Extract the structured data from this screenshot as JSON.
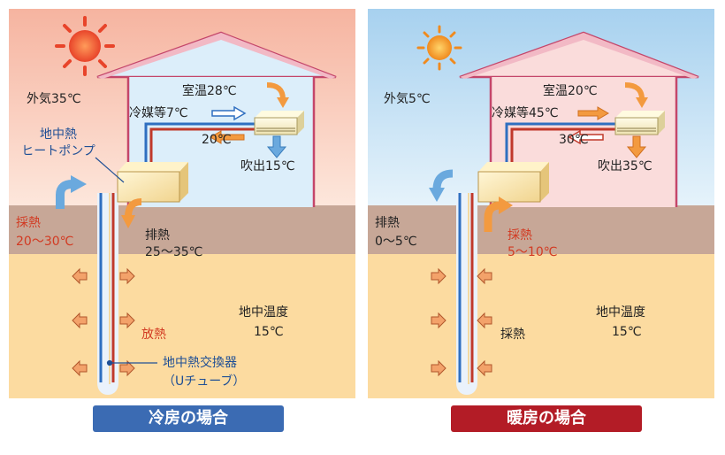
{
  "cooling": {
    "outside_air": "外気35℃",
    "room_temp": "室温28℃",
    "refrigerant": "冷媒等7℃",
    "return_temp": "20℃",
    "outlet": "吹出15℃",
    "heat_pump": "地中熱\nヒートポンプ",
    "collect_label": "採熱",
    "collect_temp": "20〜30℃",
    "exhaust_label": "排熱",
    "exhaust_temp": "25〜35℃",
    "ground_temp_label": "地中温度",
    "ground_temp": "15℃",
    "release_label": "放熱",
    "exchanger_label": "地中熱交換器",
    "exchanger_sub": "（Uチューブ）",
    "banner": "冷房の場合"
  },
  "heating": {
    "outside_air": "外気5℃",
    "room_temp": "室温20℃",
    "refrigerant": "冷媒等45℃",
    "return_temp": "30℃",
    "outlet": "吹出35℃",
    "exhaust_label": "排熱",
    "exhaust_temp": "0〜5℃",
    "collect_label": "採熱",
    "collect_temp": "5〜10℃",
    "ground_temp_label": "地中温度",
    "ground_temp": "15℃",
    "collect_ground_label": "採熱",
    "banner": "暖房の場合"
  },
  "colors": {
    "sky_cool_top": "#f7b8a3",
    "sky_heat_top": "#a9d3f0",
    "room_cool": "#dceefa",
    "room_heat": "#fadcdb",
    "soil_top": "#c9a898",
    "soil": "#fbdca1",
    "pipe_cold": "#2f6fc0",
    "pipe_hot": "#c0392b",
    "accent_orange": "#f39a3f",
    "accent_blue": "#6aa9de",
    "banner_cool": "#3b6bb3",
    "banner_heat": "#b31c26"
  }
}
